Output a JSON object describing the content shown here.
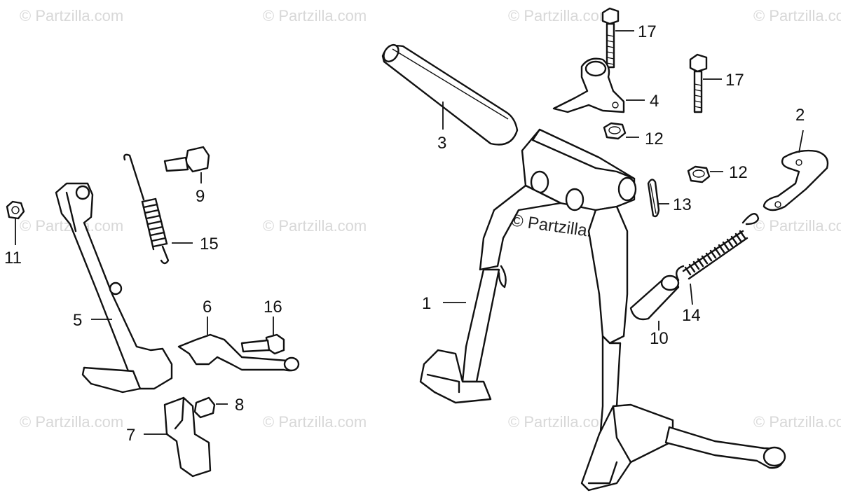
{
  "watermark": {
    "text": "© Partzilla.com",
    "center_text": "© Partzilla.com"
  },
  "callouts": {
    "n1": "1",
    "n2": "2",
    "n3": "3",
    "n4": "4",
    "n5": "5",
    "n6": "6",
    "n7": "7",
    "n8": "8",
    "n9": "9",
    "n10": "10",
    "n11": "11",
    "n12a": "12",
    "n12b": "12",
    "n13": "13",
    "n14": "14",
    "n15": "15",
    "n16": "16",
    "n17a": "17",
    "n17b": "17"
  },
  "colors": {
    "line": "#111111",
    "background": "#ffffff",
    "watermark": "#d8d8d8"
  }
}
